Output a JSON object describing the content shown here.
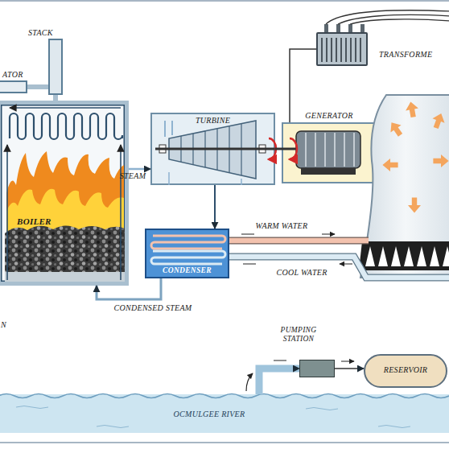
{
  "diagram": {
    "nodes": [
      {
        "text": [
          "STACK"
        ]
      },
      {
        "text": [
          "ATOR"
        ]
      },
      {
        "text": [
          "TRANSFORME"
        ]
      },
      {
        "text": [
          "BOILER"
        ]
      },
      {
        "text": [
          "TURBINE"
        ]
      },
      {
        "text": [
          "GENERATOR"
        ]
      },
      {
        "text": [
          "CONDENSER"
        ]
      },
      {
        "text": [
          "PUMPING STATION"
        ]
      },
      {
        "text": [
          "RESERVOIR"
        ]
      },
      {
        "text": [
          "OCMULGEE RIVER"
        ]
      }
    ],
    "edges": [
      {
        "from": 1,
        "to": 0,
        "arrow": "none"
      },
      {
        "from": 3,
        "to": 0,
        "arrow": "none"
      },
      {
        "from": 5,
        "to": 2,
        "arrow": "none"
      },
      {
        "from": 3,
        "to": 4,
        "label": "STEAM",
        "arrow": "to"
      },
      {
        "from": 4,
        "to": 5,
        "arrow": "none"
      },
      {
        "from": 4,
        "to": 6,
        "arrow": "to"
      },
      {
        "from": 6,
        "to": 3,
        "label": "CONDENSED STEAM",
        "arrow": "to"
      },
      {
        "from": 9,
        "to": 7,
        "arrow": "to"
      },
      {
        "from": 7,
        "to": 8,
        "arrow": "to"
      }
    ],
    "labels": [
      "WARM WATER",
      "COOL WATER",
      "N"
    ]
  }
}
